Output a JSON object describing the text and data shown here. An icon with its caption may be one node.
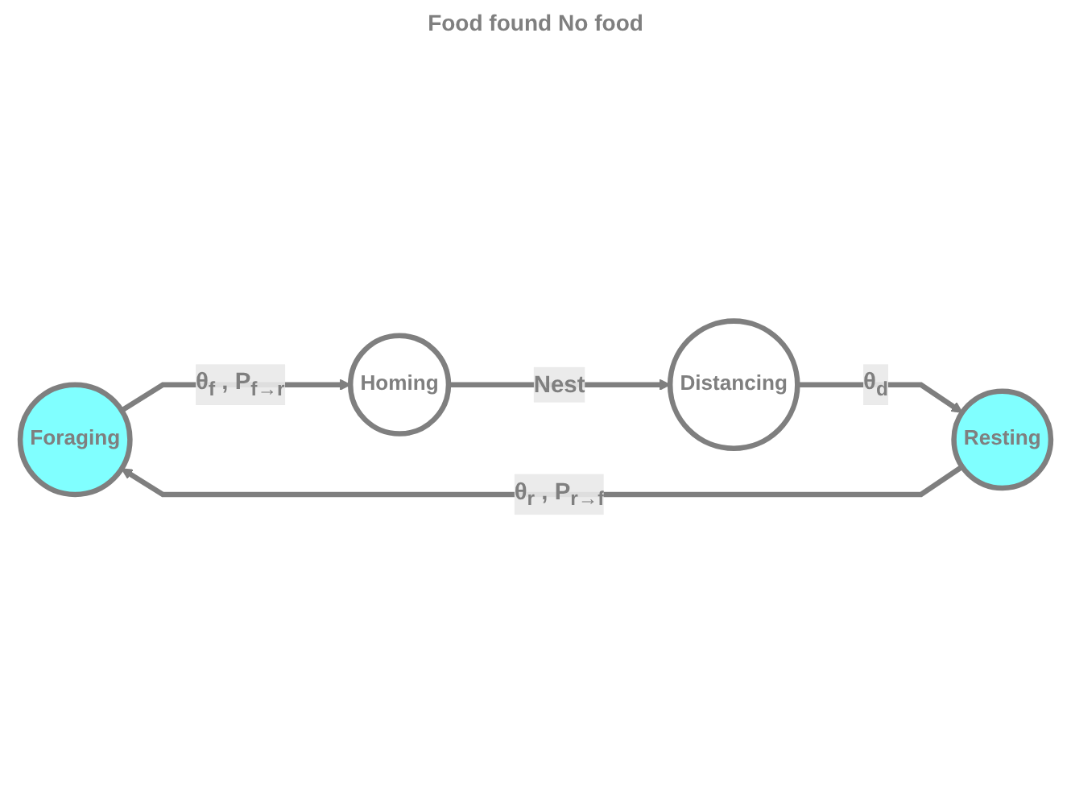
{
  "diagram": {
    "nodes": [
      {
        "text": [
          "Foraging"
        ]
      },
      {
        "text": [
          "Homing"
        ]
      },
      {
        "text": [
          "Distancing"
        ]
      },
      {
        "text": [
          "Resting"
        ]
      }
    ],
    "edges": [
      {
        "from": 0,
        "to": 1,
        "arrow": "to",
        "label": "θ$_{f}$ , P$_{f→r}$"
      },
      {
        "from": 1,
        "to": 2,
        "arrow": "to",
        "label": "Nest"
      },
      {
        "from": 2,
        "to": 3,
        "arrow": "to",
        "label": "θ$_{d}$"
      },
      {
        "from": 3,
        "to": 0,
        "arrow": "to",
        "label": "θ$_{r}$ , P$_{r→f}$"
      }
    ],
    "labels": [
      "Food found",
      "No food"
    ]
  }
}
